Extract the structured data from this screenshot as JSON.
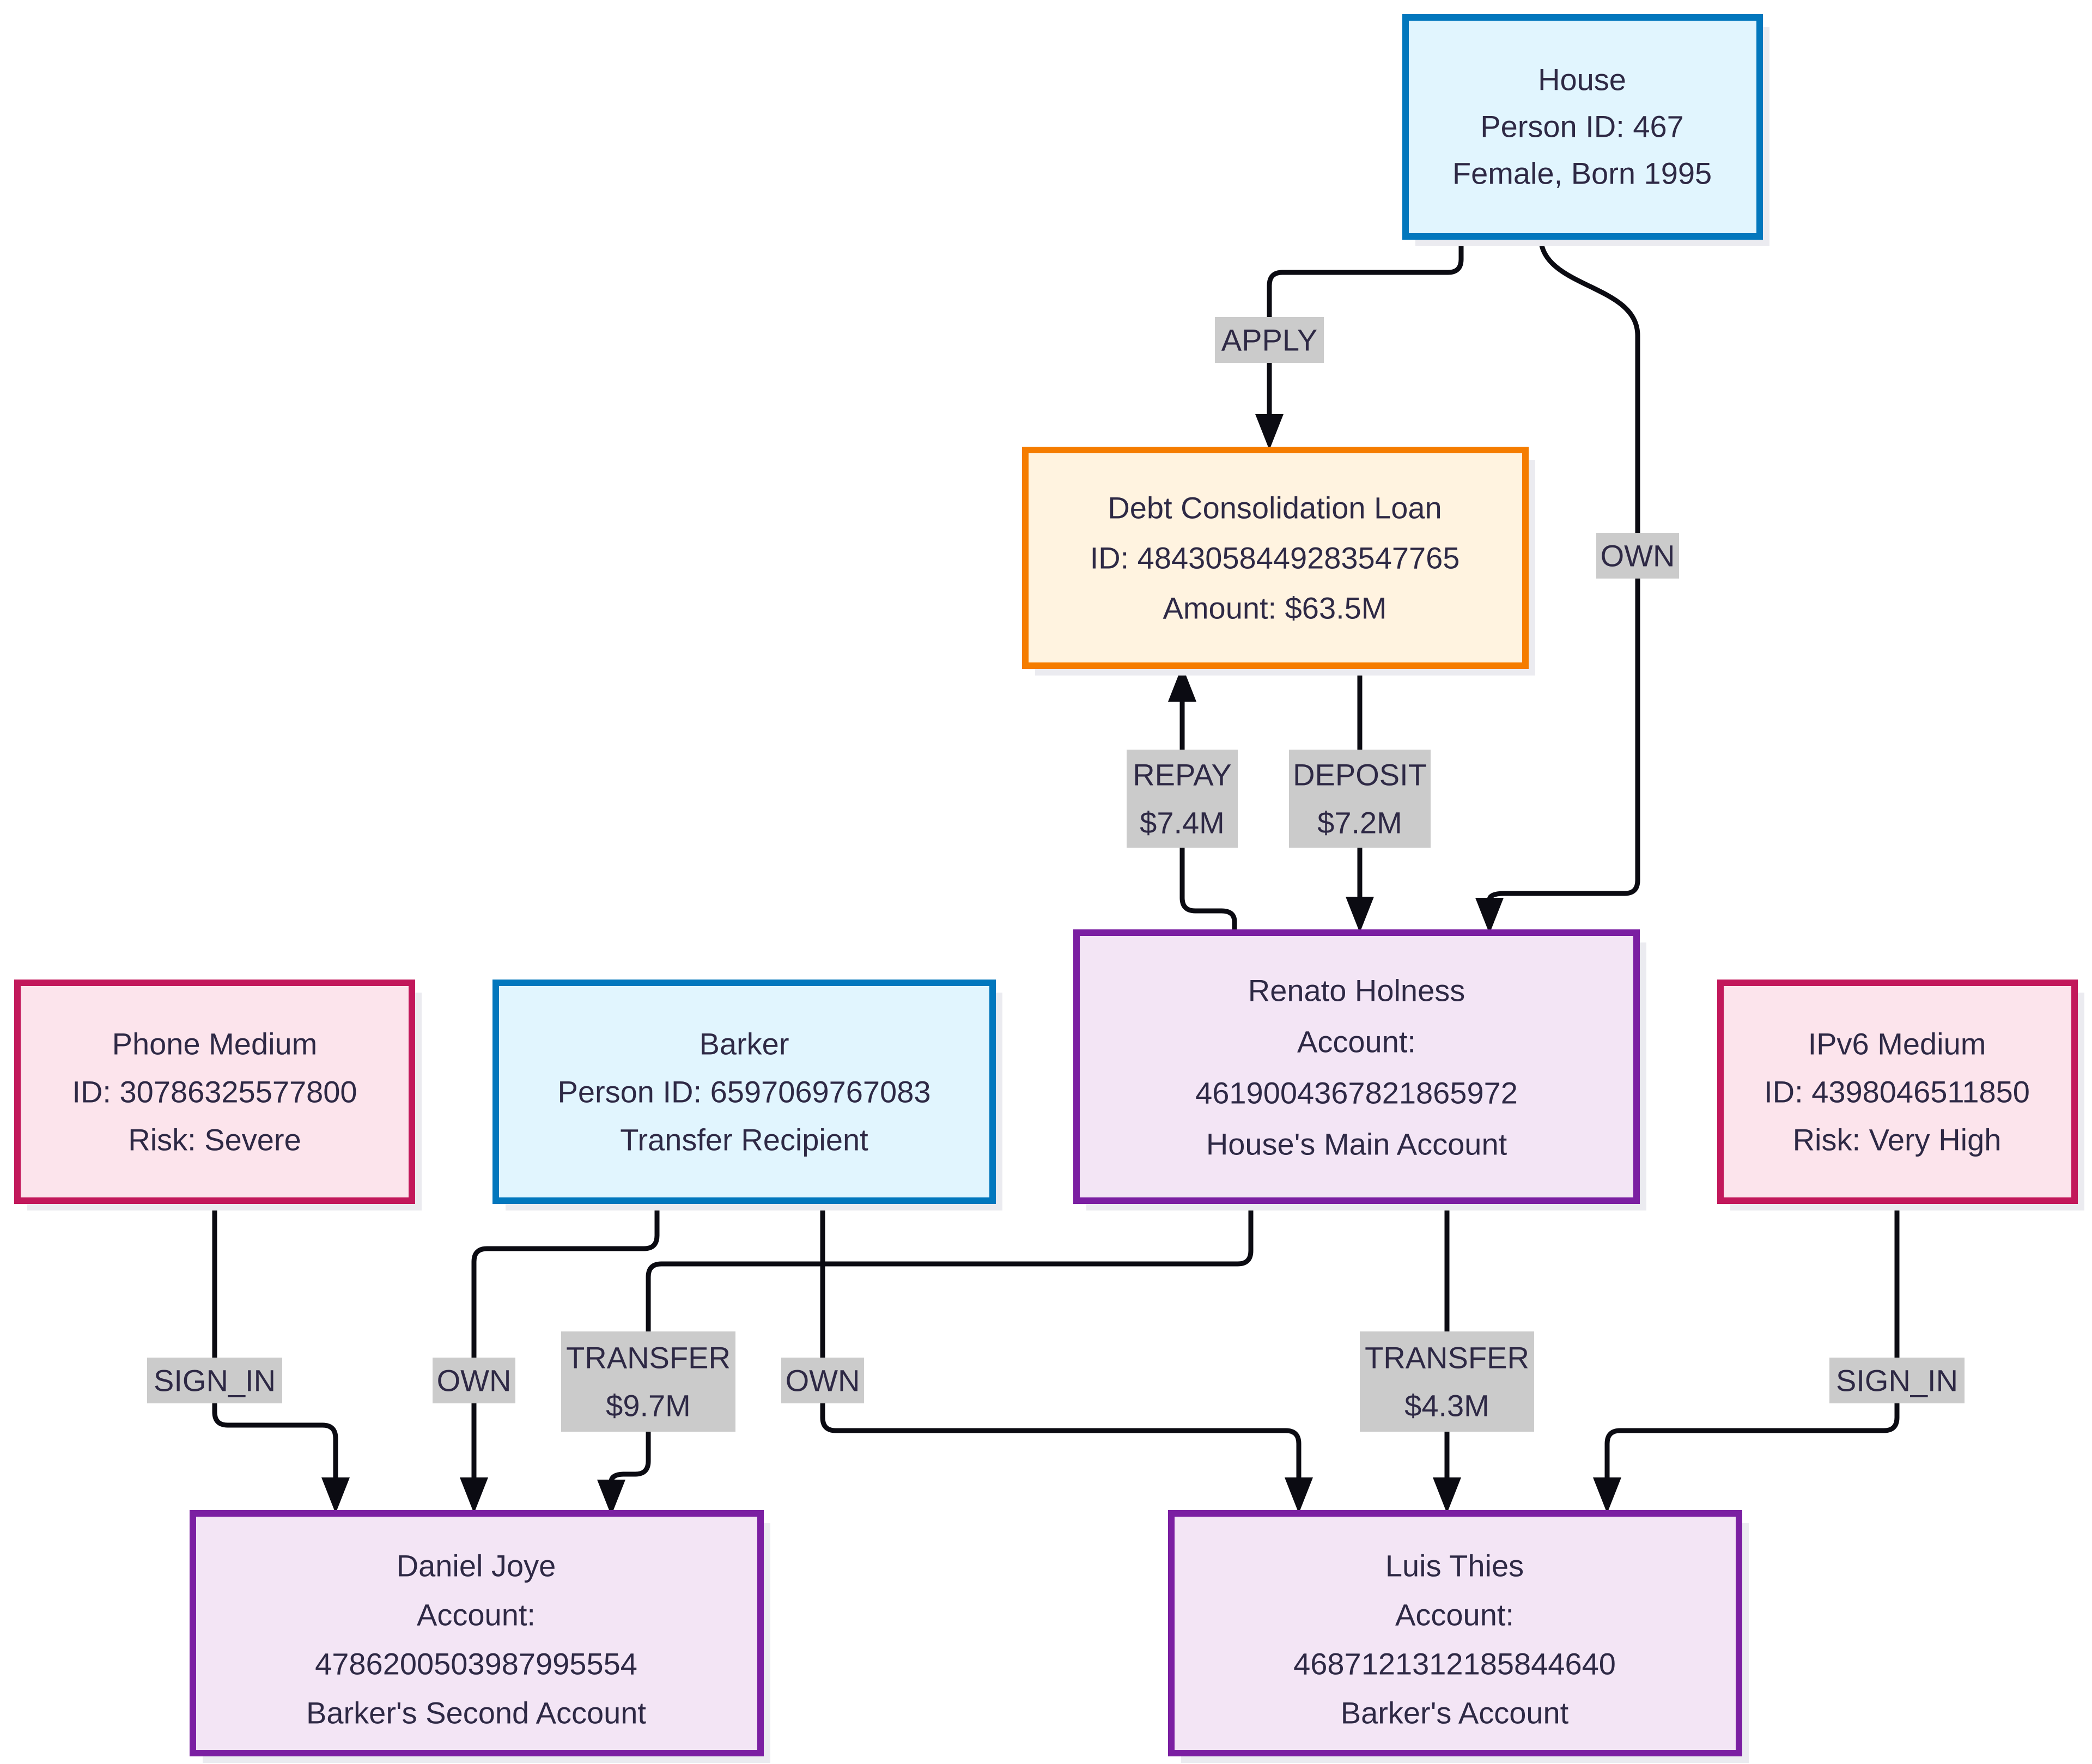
{
  "palette": {
    "background": "#ffffff",
    "edge_color": "#0b0b12",
    "edge_label_bg": "#cbcbcb",
    "text_color": "#2e2945",
    "person_border": "#0277bd",
    "person_fill": "#e1f5fe",
    "loan_border": "#f57c00",
    "loan_fill": "#fff3e0",
    "account_border": "#7b1fa2",
    "account_fill": "#f3e5f5",
    "medium_border": "#c2185b",
    "medium_fill": "#fce4ec"
  },
  "nodes": {
    "house": {
      "type": "person",
      "lines": [
        "House",
        "Person ID: 467",
        "Female, Born 1995"
      ]
    },
    "loan": {
      "type": "loan",
      "lines": [
        "Debt Consolidation Loan",
        "ID: 4843058449283547765",
        "Amount: $63.5M"
      ]
    },
    "renato": {
      "type": "account",
      "lines": [
        "Renato Holness",
        "Account:",
        "4619004367821865972",
        "House's Main Account"
      ]
    },
    "phone": {
      "type": "medium",
      "lines": [
        "Phone Medium",
        "ID: 30786325577800",
        "Risk: Severe"
      ]
    },
    "barker": {
      "type": "person",
      "lines": [
        "Barker",
        "Person ID: 6597069767083",
        "Transfer Recipient"
      ]
    },
    "ipv6": {
      "type": "medium",
      "lines": [
        "IPv6 Medium",
        "ID: 4398046511850",
        "Risk: Very High"
      ]
    },
    "daniel": {
      "type": "account",
      "lines": [
        "Daniel Joye",
        "Account:",
        "4786200503987995554",
        "Barker's Second Account"
      ]
    },
    "luis": {
      "type": "account",
      "lines": [
        "Luis Thies",
        "Account:",
        "4687121312185844640",
        "Barker's Account"
      ]
    }
  },
  "edges": {
    "apply": {
      "from": "house",
      "to": "loan",
      "label": "APPLY"
    },
    "own_house_renato": {
      "from": "house",
      "to": "renato",
      "label": "OWN"
    },
    "repay": {
      "from": "renato",
      "to": "loan",
      "label": "REPAY",
      "amount": "$7.4M"
    },
    "deposit": {
      "from": "loan",
      "to": "renato",
      "label": "DEPOSIT",
      "amount": "$7.2M"
    },
    "signin_phone_daniel": {
      "from": "phone",
      "to": "daniel",
      "label": "SIGN_IN"
    },
    "own_barker_daniel": {
      "from": "barker",
      "to": "daniel",
      "label": "OWN"
    },
    "transfer_renato_daniel": {
      "from": "renato",
      "to": "daniel",
      "label": "TRANSFER",
      "amount": "$9.7M"
    },
    "own_barker_luis": {
      "from": "barker",
      "to": "luis",
      "label": "OWN"
    },
    "transfer_renato_luis": {
      "from": "renato",
      "to": "luis",
      "label": "TRANSFER",
      "amount": "$4.3M"
    },
    "signin_ipv6_luis": {
      "from": "ipv6",
      "to": "luis",
      "label": "SIGN_IN"
    }
  }
}
